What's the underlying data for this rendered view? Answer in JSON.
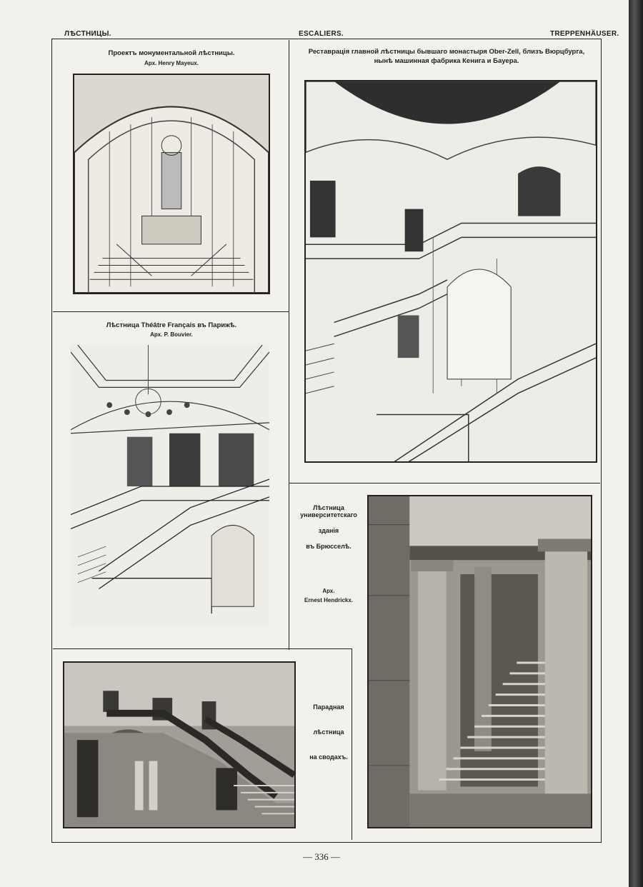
{
  "header": {
    "left": "ЛѢСТНИЦЫ.",
    "center": "ESCALIERS.",
    "right": "TREPPENHÄUSER."
  },
  "plates": {
    "monumental": {
      "title": "Проектъ монументальной лѣстницы.",
      "architect": "Арх. Henry Mayeux."
    },
    "oberzell": {
      "title_line1": "Реставрація главной лѣстницы бывшаго монастыря Ober-Zell, близъ Вюрцбурга,",
      "title_line2": "нынѣ машинная фабрика Кенига и Бауера."
    },
    "theatre": {
      "title": "Лѣстница Théâtre Français въ Парижѣ.",
      "architect": "Арх. P. Bouvier."
    },
    "brussels": {
      "line1": "Лѣстница",
      "line2": "университетскаго",
      "line3": "зданія",
      "line4": "въ Брюсселѣ.",
      "architect_label": "Арх.",
      "architect_name": "Ernest Hendrickx."
    },
    "vaulted": {
      "line1": "Парадная",
      "line2": "лѣстница",
      "line3": "на сводахъ."
    }
  },
  "folio": "— 336 —",
  "colors": {
    "ink": "#1e1e1e",
    "paper": "#f3f1ec",
    "photo_dark": "#2b2b2b",
    "photo_mid": "#8a8a86"
  }
}
